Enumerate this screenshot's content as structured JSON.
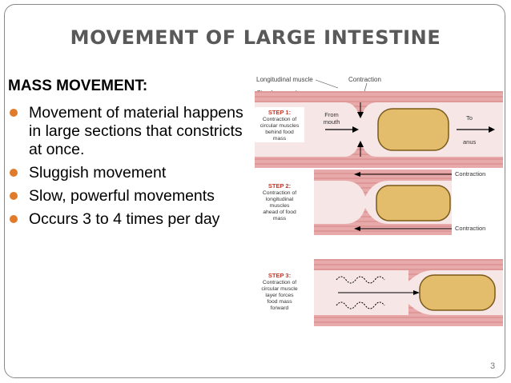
{
  "slide": {
    "title": "MOVEMENT OF LARGE INTESTINE",
    "subheading": "MASS MOVEMENT:",
    "bullets": [
      "Movement of material happens in large sections that constricts at once.",
      "Sluggish movement",
      "Slow, powerful movements",
      "Occurs 3 to 4 times per day"
    ],
    "slide_number": "3"
  },
  "figure": {
    "label_longitudinal": "Longitudinal muscle",
    "label_circular": "Circular muscle",
    "label_contraction": "Contraction",
    "label_from": "From",
    "label_mouth": "mouth",
    "label_to": "To",
    "label_anus": "anus",
    "step1_title": "STEP 1:",
    "step1_l1": "Contraction of",
    "step1_l2": "circular muscles",
    "step1_l3": "behind food",
    "step1_l4": "mass",
    "step2_title": "STEP 2:",
    "step2_l1": "Contraction of",
    "step2_l2": "longitudinal",
    "step2_l3": "muscles",
    "step2_l4": "ahead of food",
    "step2_l5": "mass",
    "step2_contraction_top": "Contraction",
    "step2_contraction_bottom": "Contraction",
    "step3_title": "STEP 3:",
    "step3_l1": "Contraction of",
    "step3_l2": "circular muscle",
    "step3_l3": "layer forces",
    "step3_l4": "food mass",
    "step3_l5": "forward"
  },
  "colors": {
    "bullet": "#e17b2c",
    "title": "#595959",
    "muscle": "#e7a9a9",
    "lumen": "#f6e6e6",
    "food": "#e3bd6b"
  }
}
